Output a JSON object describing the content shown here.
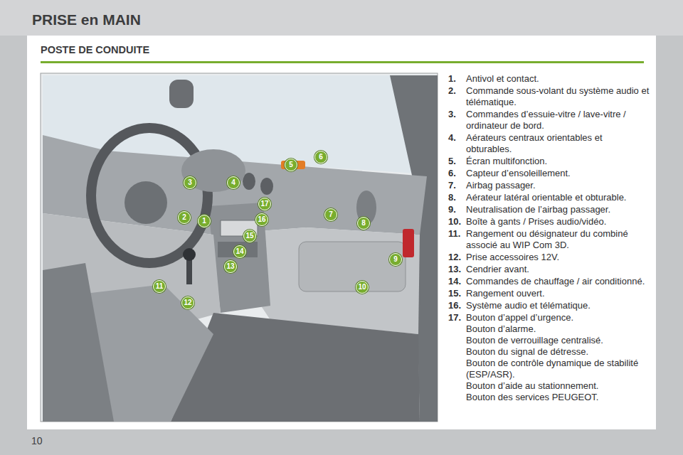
{
  "diagram": {
    "title": "PRISE en MAIN",
    "nodes": [
      {
        "text": [
          "1"
        ]
      },
      {
        "text": [
          "2"
        ]
      },
      {
        "text": [
          "3"
        ]
      },
      {
        "text": [
          "4"
        ]
      },
      {
        "text": [
          "5"
        ]
      },
      {
        "text": [
          "6"
        ]
      },
      {
        "text": [
          "7"
        ]
      },
      {
        "text": [
          "8"
        ]
      },
      {
        "text": [
          "9"
        ]
      },
      {
        "text": [
          "10"
        ]
      },
      {
        "text": [
          "11"
        ]
      },
      {
        "text": [
          "12"
        ]
      },
      {
        "text": [
          "13"
        ]
      },
      {
        "text": [
          "14"
        ]
      },
      {
        "text": [
          "15"
        ]
      },
      {
        "text": [
          "16"
        ]
      },
      {
        "text": [
          "17"
        ]
      }
    ],
    "labels": [
      "POSTE DE CONDUITE",
      "1.",
      "Antivol et contact.",
      "2.",
      "Commande sous-volant du système audio et télématique.",
      "3.",
      "Commandes d’essuie-vitre / lave-vitre / ordinateur de bord.",
      "4.",
      "Aérateurs centraux orientables et obturables.",
      "5.",
      "Écran multifonction.",
      "6.",
      "Capteur d’ensoleillement.",
      "7.",
      "Airbag passager.",
      "8.",
      "Aérateur latéral orientable et obturable.",
      "9.",
      "Neutralisation de l’airbag passager.",
      "10.",
      "Boîte à gants / Prises audio/vidéo.",
      "11.",
      "Rangement ou désignateur du combiné associé au WIP Com 3D.",
      "12.",
      "Prise accessoires 12V.",
      "13.",
      "Cendrier avant.",
      "14.",
      "Commandes de chauffage / air conditionné.",
      "15.",
      "Rangement ouvert.",
      "16.",
      "Système audio et télématique.",
      "17.",
      "Bouton d’appel d’urgence.",
      "Bouton d’alarme.",
      "Bouton de verrouillage centralisé.",
      "Bouton du signal de détresse.",
      "Bouton de contrôle dynamique de stabilité (ESP/ASR).",
      "Bouton d’aide au stationnement.",
      "Bouton des services PEUGEOT.",
      "10"
    ]
  }
}
